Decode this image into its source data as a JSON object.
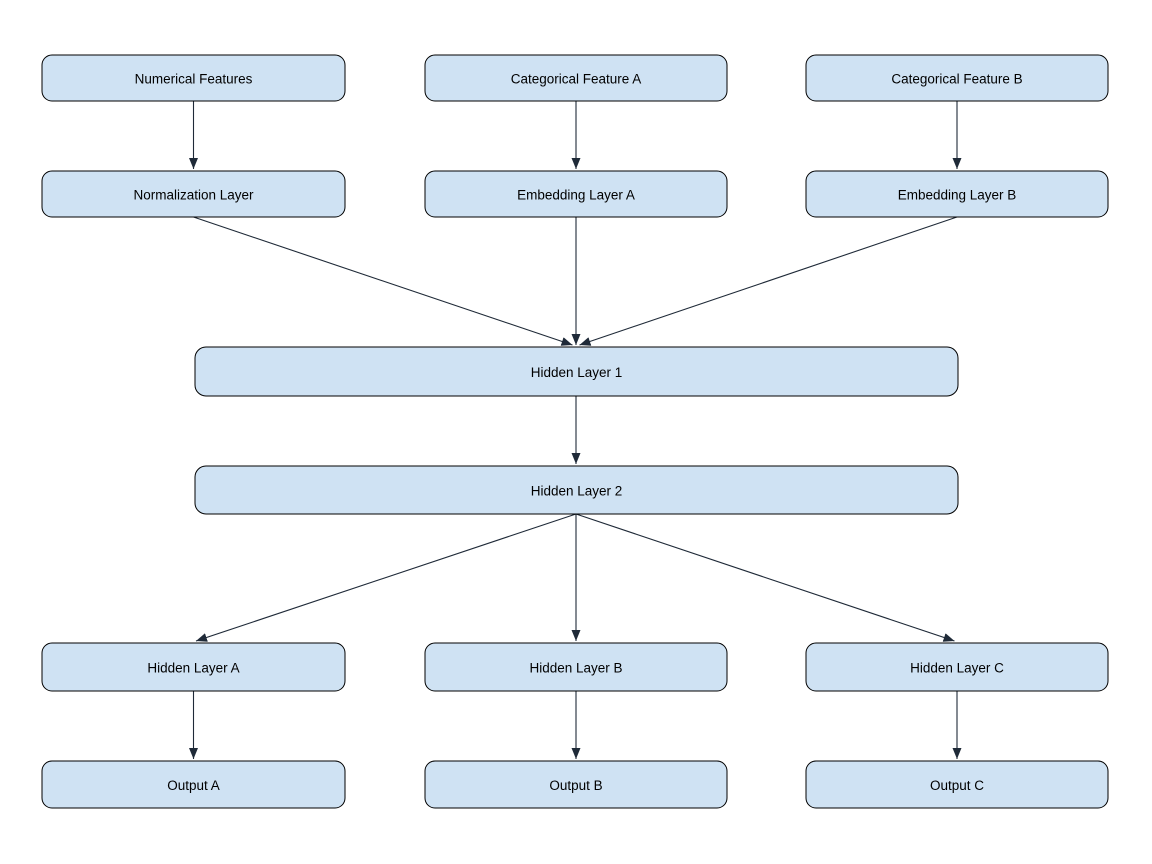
{
  "diagram": {
    "type": "flowchart",
    "colors": {
      "background": "#ffffff",
      "node_fill": "#cfe2f3",
      "node_border": "#000000",
      "edge": "#1f2a38",
      "text": "#000000"
    },
    "nodes": {
      "numerical_features": {
        "label": "Numerical Features"
      },
      "categorical_feature_a": {
        "label": "Categorical Feature A"
      },
      "categorical_feature_b": {
        "label": "Categorical Feature B"
      },
      "normalization_layer": {
        "label": "Normalization Layer"
      },
      "embedding_layer_a": {
        "label": "Embedding Layer A"
      },
      "embedding_layer_b": {
        "label": "Embedding Layer B"
      },
      "hidden_layer_1": {
        "label": "Hidden Layer 1"
      },
      "hidden_layer_2": {
        "label": "Hidden Layer 2"
      },
      "hidden_layer_a": {
        "label": "Hidden Layer A"
      },
      "hidden_layer_b": {
        "label": "Hidden Layer B"
      },
      "hidden_layer_c": {
        "label": "Hidden Layer C"
      },
      "output_a": {
        "label": "Output A"
      },
      "output_b": {
        "label": "Output B"
      },
      "output_c": {
        "label": "Output C"
      }
    },
    "edges": [
      {
        "from": "numerical_features",
        "to": "normalization_layer"
      },
      {
        "from": "categorical_feature_a",
        "to": "embedding_layer_a"
      },
      {
        "from": "categorical_feature_b",
        "to": "embedding_layer_b"
      },
      {
        "from": "normalization_layer",
        "to": "hidden_layer_1"
      },
      {
        "from": "embedding_layer_a",
        "to": "hidden_layer_1"
      },
      {
        "from": "embedding_layer_b",
        "to": "hidden_layer_1"
      },
      {
        "from": "hidden_layer_1",
        "to": "hidden_layer_2"
      },
      {
        "from": "hidden_layer_2",
        "to": "hidden_layer_a"
      },
      {
        "from": "hidden_layer_2",
        "to": "hidden_layer_b"
      },
      {
        "from": "hidden_layer_2",
        "to": "hidden_layer_c"
      },
      {
        "from": "hidden_layer_a",
        "to": "output_a"
      },
      {
        "from": "hidden_layer_b",
        "to": "output_b"
      },
      {
        "from": "hidden_layer_c",
        "to": "output_c"
      }
    ]
  }
}
